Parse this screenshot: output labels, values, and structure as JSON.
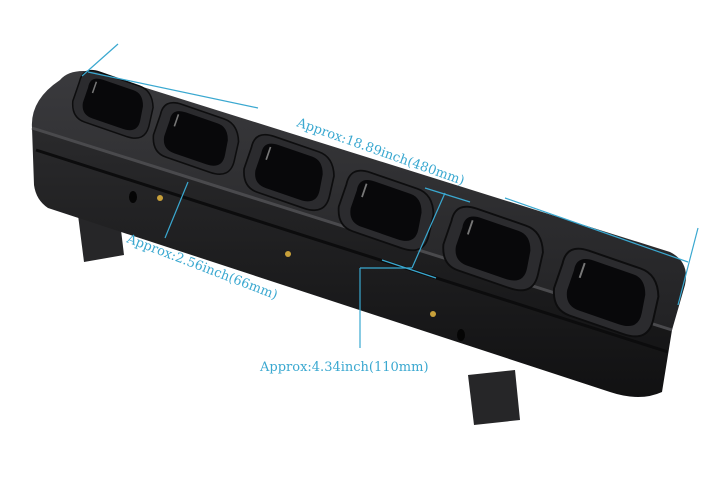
{
  "dimensions": {
    "length": "Approx:18.89inch(480mm)",
    "height": "Approx:2.56inch(66mm)",
    "depth": "Approx:4.34inch(110mm)"
  },
  "colors": {
    "dimension_line": "#3aa8d0",
    "charger_body": "#1c1c1e"
  },
  "product": {
    "slot_count": 6
  }
}
